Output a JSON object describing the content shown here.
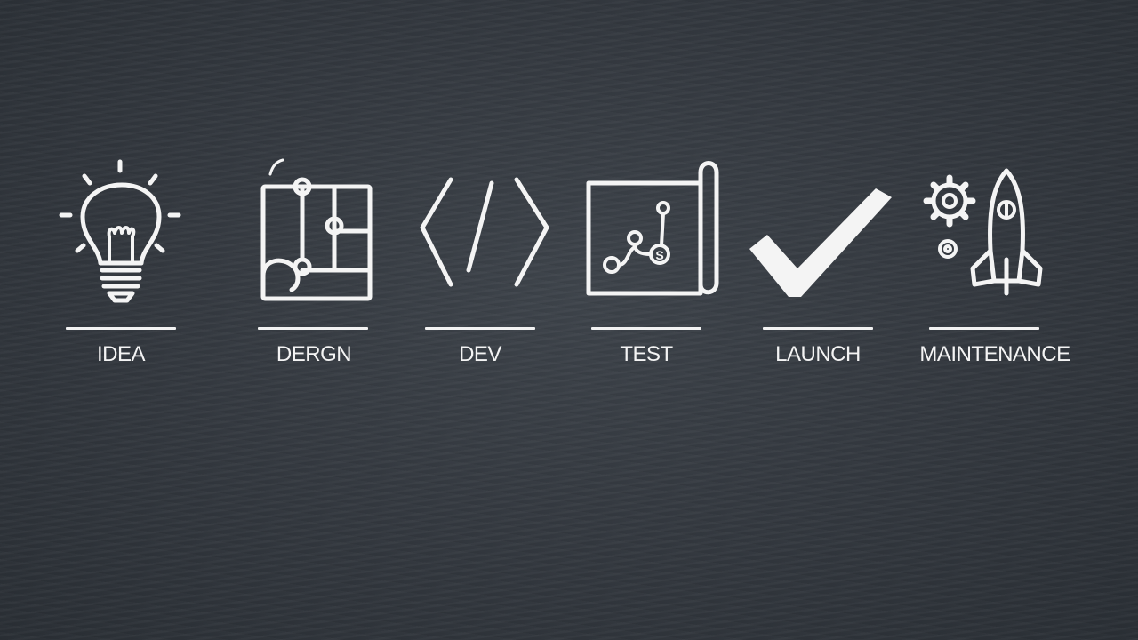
{
  "steps": [
    {
      "label": "IDEA",
      "icon": "lightbulb-icon"
    },
    {
      "label": "DERGN",
      "icon": "blueprint-icon"
    },
    {
      "label": "DEV",
      "icon": "code-brackets-icon"
    },
    {
      "label": "TEST",
      "icon": "test-map-icon"
    },
    {
      "label": "LAUNCH",
      "icon": "checkmark-icon"
    },
    {
      "label": "MAINTENANCE",
      "icon": "gear-rocket-icon"
    }
  ],
  "colors": {
    "background": "#353a41",
    "foreground": "#f4f4f4"
  }
}
